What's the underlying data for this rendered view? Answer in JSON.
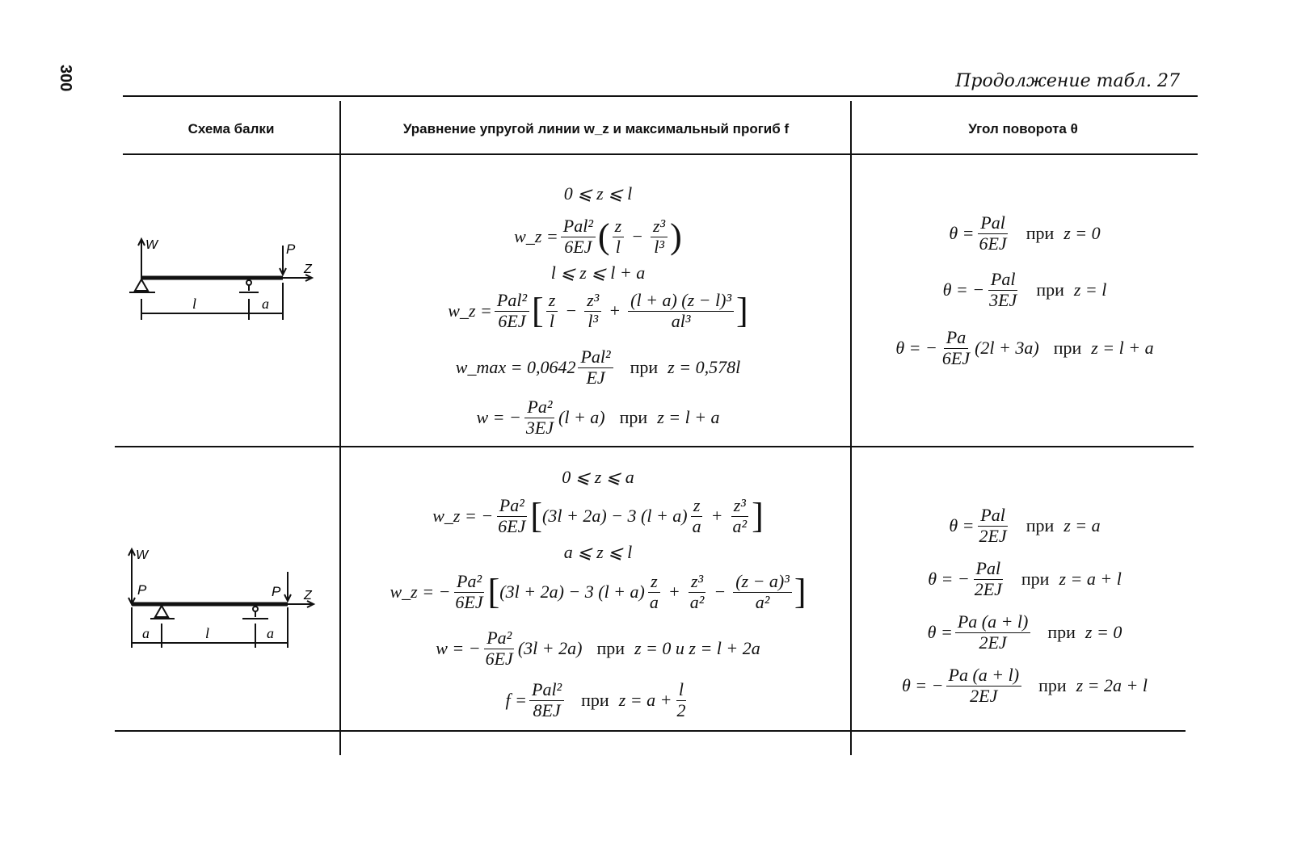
{
  "page": {
    "number": "300",
    "continuation": "Продолжение табл. 27"
  },
  "columns": {
    "scheme": "Схема балки",
    "equation": "Уравнение упругой линии w_z и максимальный прогиб f",
    "angle": "Угол поворота θ"
  },
  "row1": {
    "diagram": {
      "w": "W",
      "P": "P",
      "z": "Z",
      "l": "l",
      "a": "a"
    },
    "range1": "0 ⩽ z ⩽ l",
    "eq1": {
      "lhs": "w_z =",
      "num": "Pal²",
      "den": "6EJ",
      "t1n": "z",
      "t1d": "l",
      "op": "−",
      "t2n": "z³",
      "t2d": "l³"
    },
    "range2": "l ⩽ z ⩽ l + a",
    "eq2": {
      "lhs": "w_z =",
      "num": "Pal²",
      "den": "6EJ",
      "t1n": "z",
      "t1d": "l",
      "op1": "−",
      "t2n": "z³",
      "t2d": "l³",
      "op2": "+",
      "t3n": "(l + a) (z − l)³",
      "t3d": "al³"
    },
    "wmax": {
      "lhs": "w_max = 0,0642",
      "num": "Pal²",
      "den": "EJ",
      "pri": "при",
      "cond": "z = 0,578l"
    },
    "w": {
      "lhs": "w = −",
      "num": "Pa²",
      "den": "3EJ",
      "tail": "(l + a)",
      "pri": "при",
      "cond": "z = l + a"
    },
    "theta": [
      {
        "lhs": "θ =",
        "num": "Pal",
        "den": "6EJ",
        "tail": "",
        "pri": "при",
        "cond": "z = 0"
      },
      {
        "lhs": "θ = −",
        "num": "Pal",
        "den": "3EJ",
        "tail": "",
        "pri": "при",
        "cond": "z = l"
      },
      {
        "lhs": "θ = −",
        "num": "Pa",
        "den": "6EJ",
        "tail": "(2l + 3a)",
        "pri": "при",
        "cond": "z = l + a"
      }
    ]
  },
  "row2": {
    "diagram": {
      "w": "W",
      "P1": "P",
      "P2": "P",
      "z": "Z",
      "a1": "a",
      "l": "l",
      "a2": "a"
    },
    "range1": "0 ⩽ z ⩽ a",
    "eq1": {
      "lhs": "w_z = −",
      "num": "Pa²",
      "den": "6EJ",
      "body": "(3l + 2a) − 3 (l + a)",
      "t1n": "z",
      "t1d": "a",
      "op": "+",
      "t2n": "z³",
      "t2d": "a²"
    },
    "range2": "a ⩽ z ⩽ l",
    "eq2": {
      "lhs": "w_z = −",
      "num": "Pa²",
      "den": "6EJ",
      "body": "(3l + 2a) − 3 (l + a)",
      "t1n": "z",
      "t1d": "a",
      "op1": "+",
      "t2n": "z³",
      "t2d": "a²",
      "op2": "−",
      "t3n": "(z − a)³",
      "t3d": "a²"
    },
    "w": {
      "lhs": "w = −",
      "num": "Pa²",
      "den": "6EJ",
      "tail": "(3l + 2a)",
      "pri": "при",
      "cond": "z = 0 и z = l + 2a"
    },
    "f": {
      "lhs": "f =",
      "num": "Pal²",
      "den": "8EJ",
      "pri": "при",
      "cond": "z = a +",
      "cn": "l",
      "cd": "2"
    },
    "theta": [
      {
        "lhs": "θ =",
        "num": "Pal",
        "den": "2EJ",
        "pri": "при",
        "cond": "z = a"
      },
      {
        "lhs": "θ = −",
        "num": "Pal",
        "den": "2EJ",
        "pri": "при",
        "cond": "z = a + l"
      },
      {
        "lhs": "θ =",
        "num": "Pa (a + l)",
        "den": "2EJ",
        "pri": "при",
        "cond": "z = 0"
      },
      {
        "lhs": "θ = −",
        "num": "Pa (a + l)",
        "den": "2EJ",
        "pri": "при",
        "cond": "z = 2a + l"
      }
    ]
  }
}
